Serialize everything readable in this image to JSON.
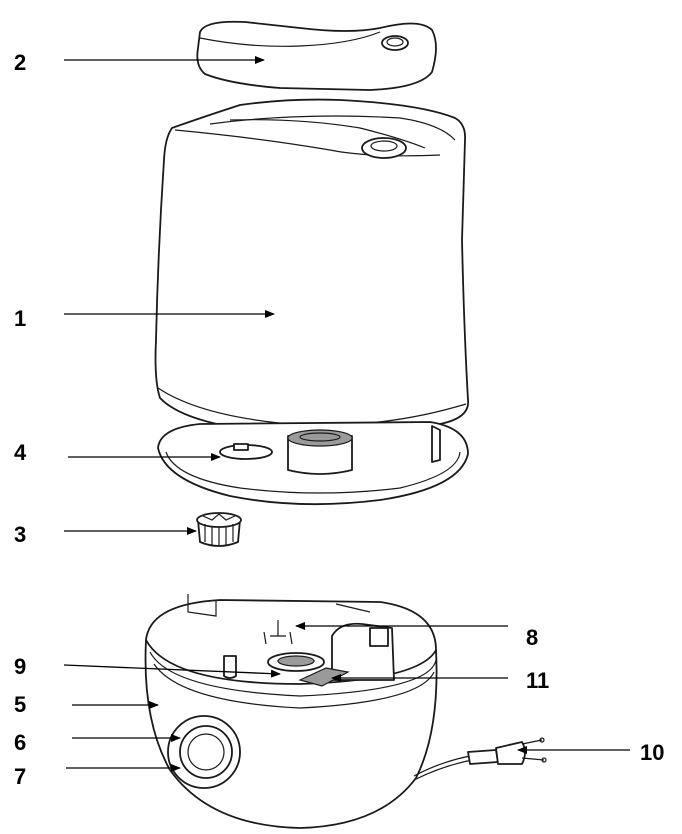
{
  "callouts": [
    {
      "id": "c1",
      "number": "1"
    },
    {
      "id": "c2",
      "number": "2"
    },
    {
      "id": "c3",
      "number": "3"
    },
    {
      "id": "c4",
      "number": "4"
    },
    {
      "id": "c5",
      "number": "5"
    },
    {
      "id": "c6",
      "number": "6"
    },
    {
      "id": "c7",
      "number": "7"
    },
    {
      "id": "c8",
      "number": "8"
    },
    {
      "id": "c9",
      "number": "9"
    },
    {
      "id": "c10",
      "number": "10"
    },
    {
      "id": "c11",
      "number": "11"
    }
  ],
  "colors": {
    "line": "#1a1a1a",
    "background": "#ffffff",
    "shade": "#9a9a9a"
  }
}
